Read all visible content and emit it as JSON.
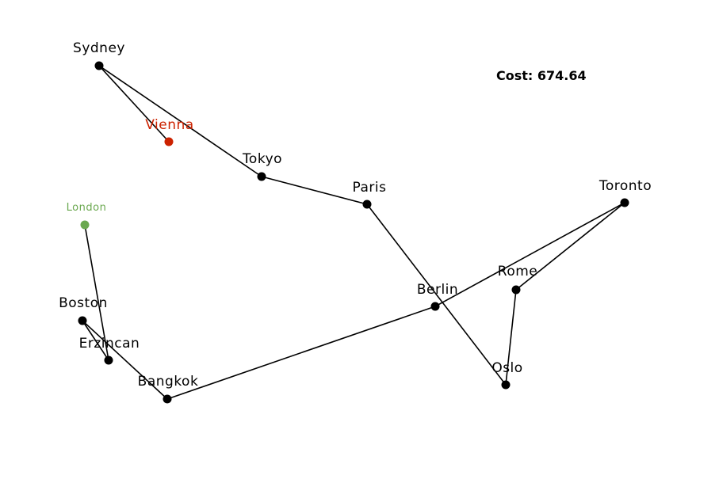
{
  "cost_label": "Cost: 674.64",
  "colors": {
    "default": "#000000",
    "start": "#6aa84f",
    "end": "#cc2200",
    "edge": "#000000"
  },
  "cities": [
    {
      "id": "sydney",
      "name": "Sydney",
      "role": "default"
    },
    {
      "id": "vienna",
      "name": "Vienna",
      "role": "end"
    },
    {
      "id": "tokyo",
      "name": "Tokyo",
      "role": "default"
    },
    {
      "id": "paris",
      "name": "Paris",
      "role": "default"
    },
    {
      "id": "toronto",
      "name": "Toronto",
      "role": "default"
    },
    {
      "id": "london",
      "name": "London",
      "role": "start"
    },
    {
      "id": "rome",
      "name": "Rome",
      "role": "default"
    },
    {
      "id": "berlin",
      "name": "Berlin",
      "role": "default"
    },
    {
      "id": "boston",
      "name": "Boston",
      "role": "default"
    },
    {
      "id": "erzincan",
      "name": "Erzincan",
      "role": "default"
    },
    {
      "id": "bangkok",
      "name": "Bangkok",
      "role": "default"
    },
    {
      "id": "oslo",
      "name": "Oslo",
      "role": "default"
    }
  ],
  "route": [
    "london",
    "erzincan",
    "boston",
    "bangkok",
    "berlin",
    "toronto",
    "rome",
    "oslo",
    "paris",
    "tokyo",
    "sydney",
    "vienna"
  ]
}
